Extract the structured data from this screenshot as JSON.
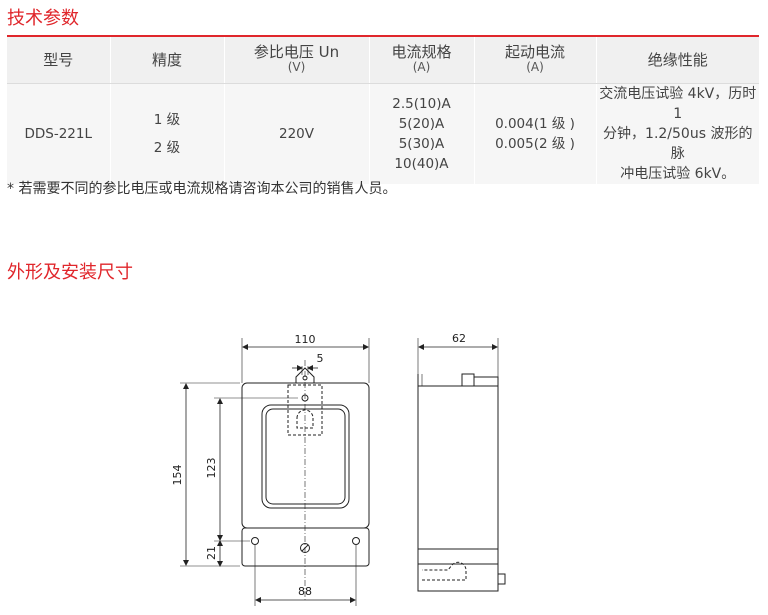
{
  "section1_title": "技术参数",
  "table": {
    "headers": [
      {
        "main": "型号",
        "sub": ""
      },
      {
        "main": "精度",
        "sub": ""
      },
      {
        "main": "参比电压 Un",
        "sub": "(V)"
      },
      {
        "main": "电流规格",
        "sub": "(A)"
      },
      {
        "main": "起动电流",
        "sub": "(A)"
      },
      {
        "main": "绝缘性能",
        "sub": ""
      }
    ],
    "row": {
      "model": "DDS-221L",
      "accuracy": [
        "1 级",
        "2 级"
      ],
      "voltage": "220V",
      "current": [
        "2.5(10)A",
        "5(20)A",
        "5(30)A",
        "10(40)A"
      ],
      "start_current": [
        "0.004(1 级 )",
        "0.005(2 级 )"
      ],
      "insulation": [
        "交流电压试验 4kV，历时 1",
        "分钟，1.2/50us 波形的脉",
        "冲电压试验 6kV。"
      ]
    }
  },
  "note": "* 若需要不同的参比电压或电流规格请咨询本公司的销售人员。",
  "section2_title": "外形及安装尺寸",
  "dimensions": {
    "width_top": "110",
    "hole": "5",
    "height_total": "154",
    "height_mid": "123",
    "height_bottom": "21",
    "bottom_spacing": "88",
    "depth": "62"
  }
}
